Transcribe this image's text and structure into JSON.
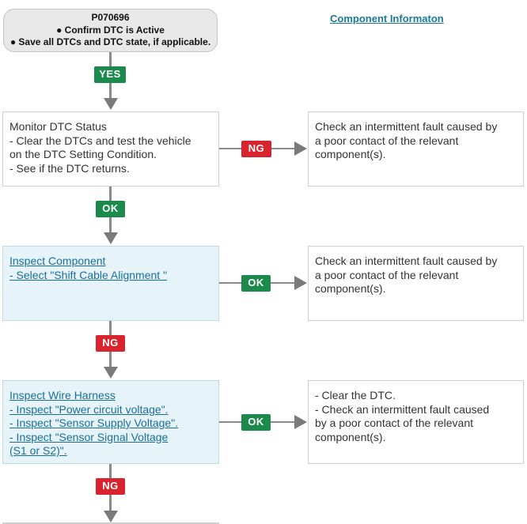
{
  "start": {
    "code": "P070696",
    "line1": "● Confirm DTC is Active",
    "line2": "● Save all DTCs and DTC state, if applicable."
  },
  "component_info_link": "Component Informaton",
  "badges": {
    "yes": "YES",
    "ok": "OK",
    "ng": "NG"
  },
  "step1": {
    "lines": [
      "Monitor DTC Status",
      "- Clear the DTCs and test the vehicle",
      "on the DTC Setting Condition.",
      "- See if the DTC returns."
    ],
    "result": [
      "Check an intermittent fault caused by",
      "a poor contact of the relevant",
      "component(s)."
    ]
  },
  "step2": {
    "links": [
      "Inspect Component",
      "- Select  \"Shift Cable Alignment \""
    ],
    "result": [
      "Check an intermittent fault caused by",
      "a poor contact of the relevant",
      "component(s)."
    ]
  },
  "step3": {
    "links": [
      "Inspect Wire Harness",
      "- Inspect \"Power circuit voltage\".",
      "- Inspect \"Sensor Supply Voltage\".",
      "- Inspect \"Sensor Signal Voltage ",
      "(S1 or S2)\"."
    ],
    "result": [
      "- Clear the DTC.",
      "- Check an intermittent fault caused",
      "by a poor contact of the relevant",
      "component(s)."
    ]
  },
  "colors": {
    "ok_green": "#1b8a4c",
    "ng_red": "#d9232e",
    "link_blue": "#1a6f9a",
    "inspect_bg": "#e6f3f9"
  }
}
